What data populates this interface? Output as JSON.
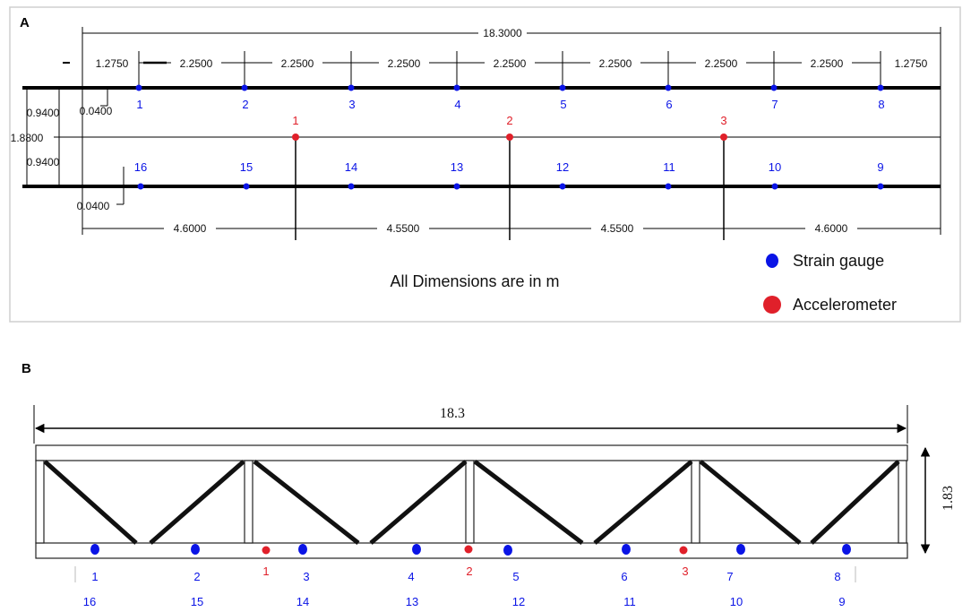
{
  "panel_a": {
    "label": "A",
    "overall_span": "18.3000",
    "end_offset_left": "1.2750",
    "end_offset_right": "1.2750",
    "gauge_spacing": [
      "2.2500",
      "2.2500",
      "2.2500",
      "2.2500",
      "2.2500",
      "2.2500",
      "2.2500"
    ],
    "half_width_top": "0.9400",
    "half_width_bottom": "0.9400",
    "total_width": "1.8800",
    "edge_offset_top": "0.0400",
    "edge_offset_bottom": "0.0400",
    "accel_spacing": [
      "4.6000",
      "4.5500",
      "4.5500",
      "4.6000"
    ],
    "top_gauges": [
      "1",
      "2",
      "3",
      "4",
      "5",
      "6",
      "7",
      "8"
    ],
    "bottom_gauges": [
      "16",
      "15",
      "14",
      "13",
      "12",
      "11",
      "10",
      "9"
    ],
    "accelerometers": [
      "1",
      "2",
      "3"
    ],
    "note": "All Dimensions are in m",
    "legend": [
      {
        "label": "Strain gauge",
        "color": "#0a14e6"
      },
      {
        "label": "Accelerometer",
        "color": "#e0202a"
      }
    ]
  },
  "panel_b": {
    "label": "B",
    "span": "18.3",
    "height": "1.83",
    "gauge_labels_top_row": [
      "1",
      "2",
      "3",
      "4",
      "5",
      "6",
      "7",
      "8"
    ],
    "gauge_labels_bottom_row": [
      "16",
      "15",
      "14",
      "13",
      "12",
      "11",
      "10",
      "9"
    ],
    "accelerometers": [
      "1",
      "2",
      "3"
    ]
  },
  "colors": {
    "gauge": "#0a14e6",
    "accel": "#e0202a",
    "line": "#000000",
    "panel_border": "#cfcfcf"
  }
}
